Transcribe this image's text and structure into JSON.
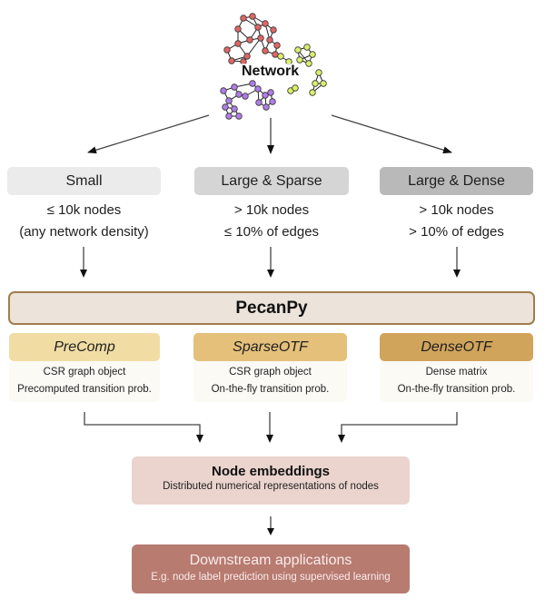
{
  "network": {
    "label": "Network",
    "cluster_colors": {
      "red": "#e06666",
      "yellow": "#d9ef6a",
      "purple": "#b07de8"
    }
  },
  "categories": [
    {
      "title": "Small",
      "line1": "≤ 10k nodes",
      "line2": "(any network density)"
    },
    {
      "title": "Large & Sparse",
      "line1": "> 10k nodes",
      "line2": "≤ 10% of edges"
    },
    {
      "title": "Large & Dense",
      "line1": "> 10k nodes",
      "line2": "> 10% of edges"
    }
  ],
  "pecanpy": {
    "label": "PecanPy"
  },
  "modes": [
    {
      "name": "PreComp",
      "line1": "CSR graph object",
      "line2": "Precomputed transition prob."
    },
    {
      "name": "SparseOTF",
      "line1": "CSR graph object",
      "line2": "On-the-fly transition prob."
    },
    {
      "name": "DenseOTF",
      "line1": "Dense matrix",
      "line2": "On-the-fly transition prob."
    }
  ],
  "embeddings": {
    "title": "Node embeddings",
    "subtitle": "Distributed numerical representations of nodes"
  },
  "downstream": {
    "title": "Downstream applications",
    "subtitle": "E.g. node label prediction using supervised learning"
  }
}
